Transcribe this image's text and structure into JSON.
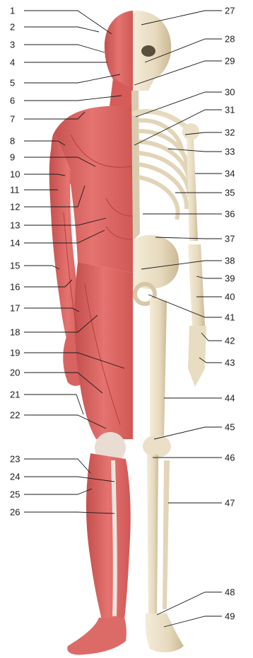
{
  "figure": {
    "labels_left": [
      "1",
      "2",
      "3",
      "4",
      "5",
      "6",
      "7",
      "8",
      "9",
      "10",
      "11",
      "12",
      "13",
      "14",
      "15",
      "16",
      "17",
      "18",
      "19",
      "20",
      "21",
      "22",
      "23",
      "24",
      "25",
      "26"
    ],
    "labels_right": [
      "27",
      "28",
      "29",
      "30",
      "31",
      "32",
      "33",
      "34",
      "35",
      "36",
      "37",
      "38",
      "39",
      "40",
      "41",
      "42",
      "43",
      "44",
      "45",
      "46",
      "47",
      "48",
      "49"
    ]
  },
  "colors": {
    "muscle": "#d9605f",
    "muscle_dark": "#b8413f",
    "muscle_light": "#ee8f8a",
    "tendon": "#eee7e0",
    "bone": "#ece2cc",
    "bone_shadow": "#c9b99a",
    "line": "#1a1a1a"
  }
}
